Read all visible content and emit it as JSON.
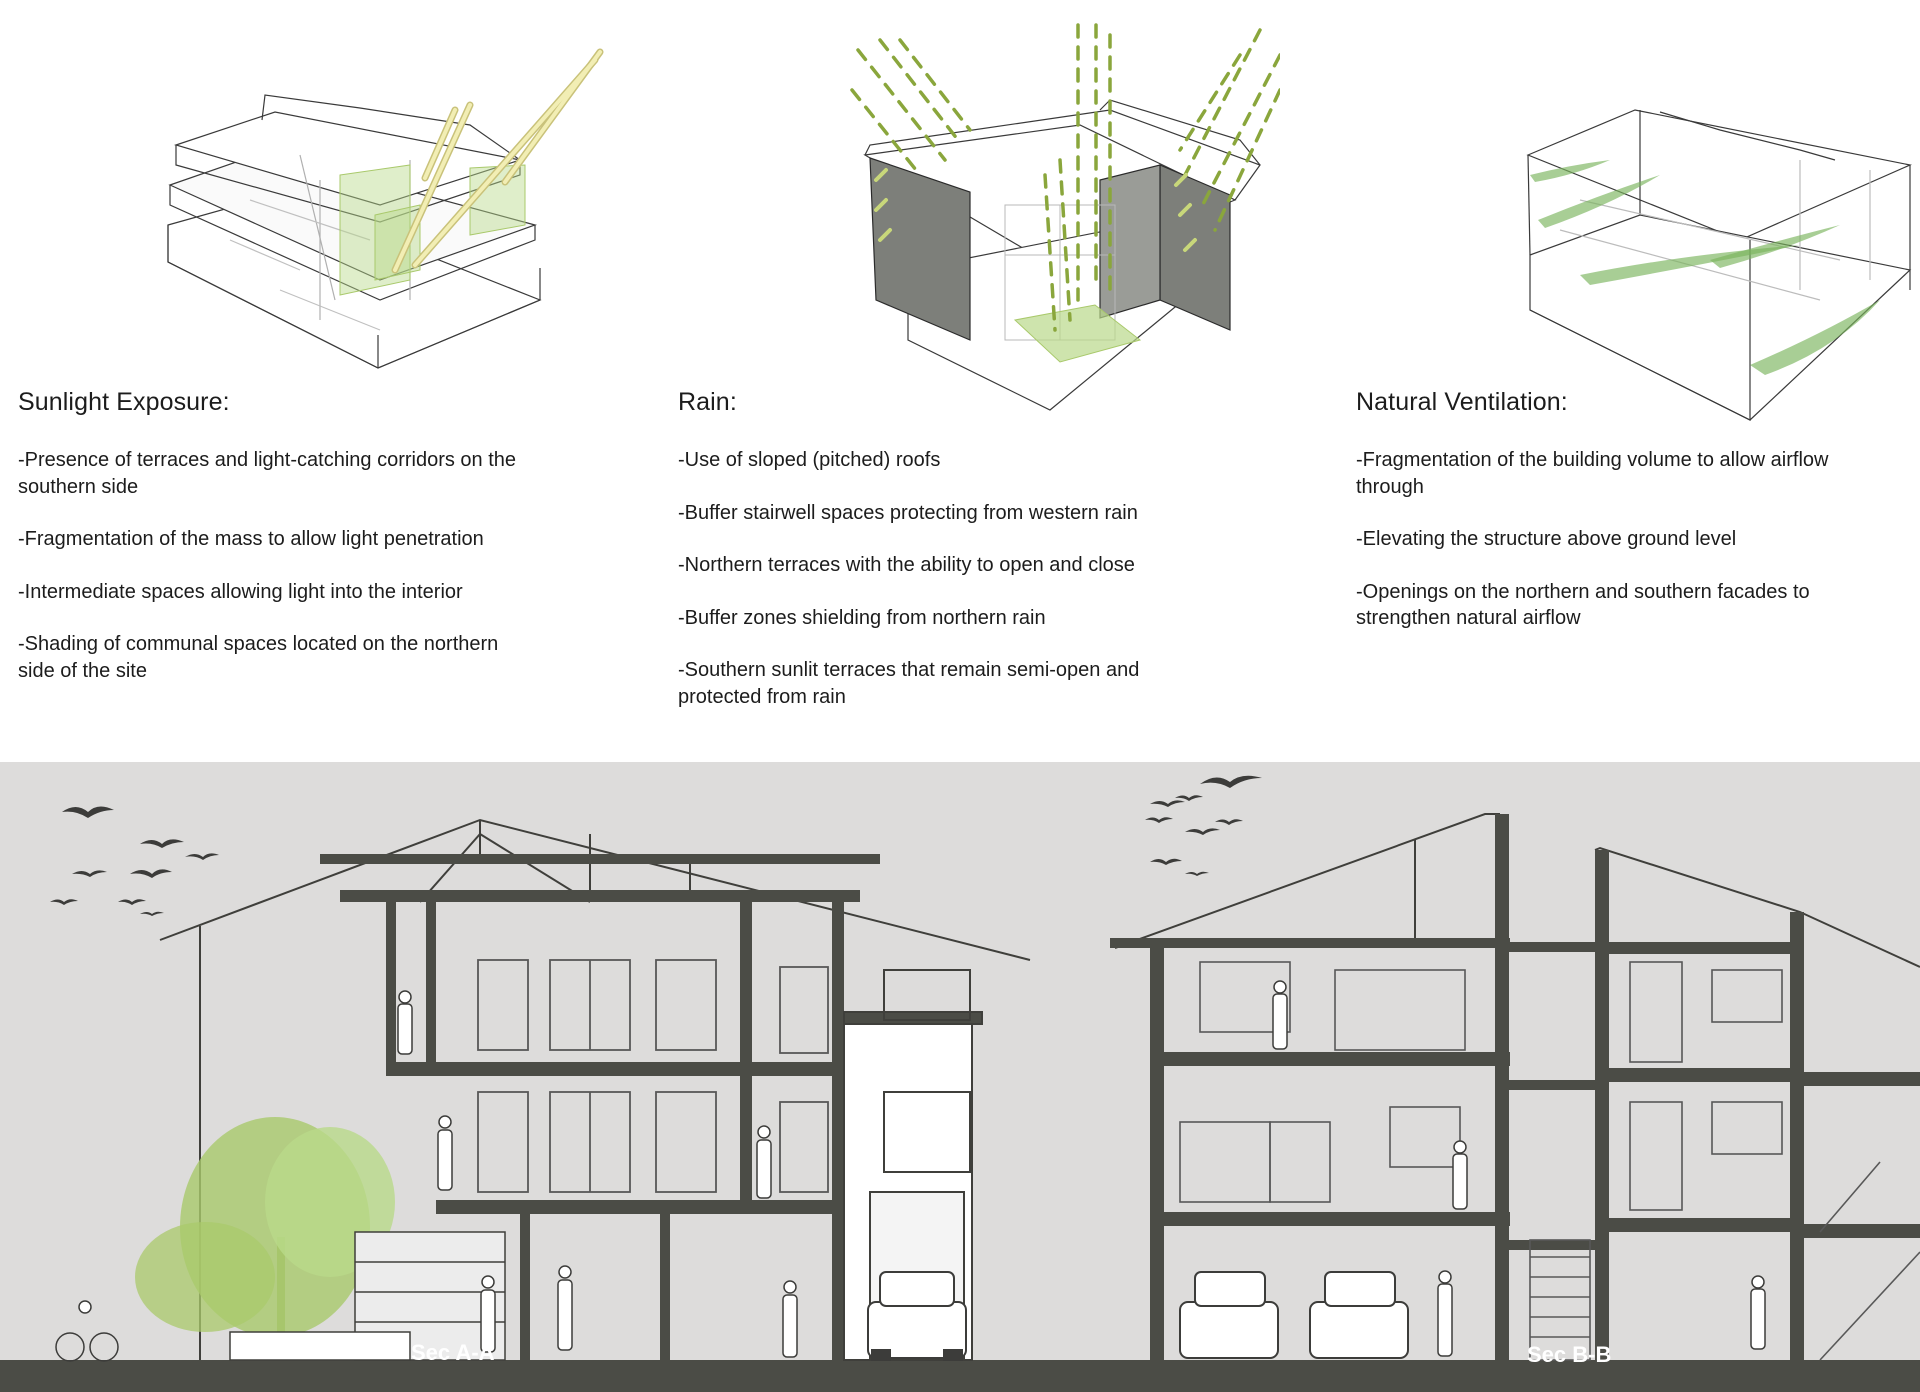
{
  "panels": [
    {
      "title": "Sunlight Exposure:",
      "items": [
        "-Presence of terraces and light-catching corridors on the southern side",
        "-Fragmentation of the mass to allow light penetration",
        "-Intermediate spaces allowing light into the interior",
        "-Shading of communal spaces located on the northern side of the site"
      ]
    },
    {
      "title": "Rain:",
      "items": [
        "-Use of sloped (pitched) roofs",
        "-Buffer stairwell spaces protecting from western rain",
        "-Northern terraces with the ability to open and close",
        "-Buffer zones shielding from northern rain",
        "-Southern sunlit terraces that remain semi-open and protected from rain"
      ]
    },
    {
      "title": "Natural Ventilation:",
      "items": [
        "-Fragmentation of the building volume to allow airflow through",
        "-Elevating the structure above ground level",
        "-Openings on the northern and southern facades to strengthen natural airflow"
      ]
    }
  ],
  "sections": {
    "a_label": "Sec A-A",
    "b_label": "Sec B-B"
  },
  "colors": {
    "accent_green": "#a9c96b",
    "sun_yellow": "#eee9a6",
    "rain_green": "#8aa63c",
    "wall_grey": "#7d7f7a",
    "section_dark": "#4b4c46",
    "sky": "#dddcdb"
  }
}
